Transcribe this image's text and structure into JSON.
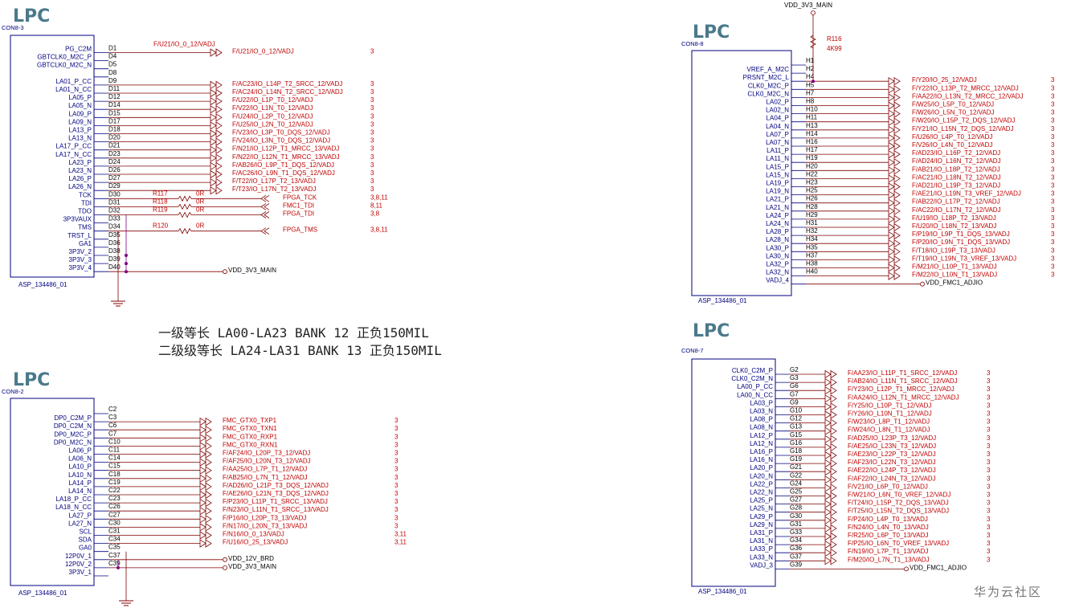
{
  "notes": {
    "line1": "一级等长 LA00-LA23   BANK 12   正负150MIL",
    "line2": "二级级等长 LA24-LA31   BANK 13  正负150MIL"
  },
  "watermark": "华为云社区",
  "colors": {
    "box": "#000080",
    "wire": "#800000",
    "net": "#c00000",
    "lpc": "#4a7a8a",
    "power": "#800080"
  },
  "blocks": [
    {
      "id": "A",
      "title": "LPC",
      "con": "CON8-3",
      "part": "ASP_134486_01",
      "pins": [
        {
          "n": "PG_C2M",
          "p": "D1",
          "top": "F/U21/IO_0_12/VADJ",
          "net": "F/U21/IO_0_12/VADJ",
          "ref": "3",
          "sig": "off"
        },
        {
          "n": "GBTCLK0_M2C_P",
          "p": "D4"
        },
        {
          "n": "GBTCLK0_M2C_N",
          "p": "D5"
        },
        {
          "n": "",
          "p": "D8"
        },
        {
          "n": "LA01_P_CC",
          "p": "D9",
          "net": "F/AC23/IO_L14P_T2_SRCC_12/VADJ",
          "ref": "3",
          "sig": "off"
        },
        {
          "n": "LA01_N_CC",
          "p": "D11",
          "net": "F/AC24/IO_L14N_T2_SRCC_12/VADJ",
          "ref": "3",
          "sig": "off"
        },
        {
          "n": "LA05_P",
          "p": "D12",
          "net": "F/U22/IO_L1P_T0_12/VADJ",
          "ref": "3",
          "sig": "off"
        },
        {
          "n": "LA05_N",
          "p": "D14",
          "net": "F/V22/IO_L1N_T0_12/VADJ",
          "ref": "3",
          "sig": "off"
        },
        {
          "n": "LA09_P",
          "p": "D15",
          "net": "F/U24/IO_L2P_T0_12/VADJ",
          "ref": "3",
          "sig": "off"
        },
        {
          "n": "LA09_N",
          "p": "D17",
          "net": "F/U25/IO_L2N_T0_12/VADJ",
          "ref": "3",
          "sig": "off"
        },
        {
          "n": "LA13_P",
          "p": "D18",
          "net": "F/V23/IO_L3P_T0_DQS_12/VADJ",
          "ref": "3",
          "sig": "off"
        },
        {
          "n": "LA13_N",
          "p": "D20",
          "net": "F/V24/IO_L3N_T0_DQS_12/VADJ",
          "ref": "3",
          "sig": "off"
        },
        {
          "n": "LA17_P_CC",
          "p": "D21",
          "net": "F/N21/IO_L12P_T1_MRCC_13/VADJ",
          "ref": "3",
          "sig": "off"
        },
        {
          "n": "LA17_N_CC",
          "p": "D23",
          "net": "F/N22/IO_L12N_T1_MRCC_13/VADJ",
          "ref": "3",
          "sig": "off"
        },
        {
          "n": "LA23_P",
          "p": "D24",
          "net": "F/AB26/IO_L9P_T1_DQS_12/VADJ",
          "ref": "3",
          "sig": "off"
        },
        {
          "n": "LA23_N",
          "p": "D26",
          "net": "F/AC26/IO_L9N_T1_DQS_12/VADJ",
          "ref": "3",
          "sig": "off"
        },
        {
          "n": "LA26_P",
          "p": "D27",
          "net": "F/T22/IO_L17P_T2_13/VADJ",
          "ref": "3",
          "sig": "off"
        },
        {
          "n": "LA26_N",
          "p": "D29",
          "net": "F/T23/IO_L17N_T2_13/VADJ",
          "ref": "3",
          "sig": "off"
        },
        {
          "n": "TCK",
          "p": "D30",
          "res": "R117",
          "rv": "0R",
          "net": "FPGA_TCK",
          "ref": "3,8,11",
          "sig": "in"
        },
        {
          "n": "TDI",
          "p": "D31",
          "res": "R118",
          "rv": "0R",
          "net": "FMC1_TDI",
          "ref": "8,11",
          "sig": "in"
        },
        {
          "n": "TDO",
          "p": "D32",
          "res": "R119",
          "rv": "0R",
          "net": "FPGA_TDI",
          "ref": "3,8",
          "sig": "in"
        },
        {
          "n": "3P3VAUX",
          "p": "D33"
        },
        {
          "n": "TMS",
          "p": "D34",
          "res": "R120",
          "rv": "0R",
          "net": "FPGA_TMS",
          "ref": "3,8,11",
          "sig": "in"
        },
        {
          "n": "TRST_L",
          "p": "D35"
        },
        {
          "n": "GA1",
          "p": "D36"
        },
        {
          "n": "3P3V_2",
          "p": "D38"
        },
        {
          "n": "3P3V_3",
          "p": "D39"
        },
        {
          "n": "3P3V_4",
          "p": "D40",
          "pwr": "VDD_3V3_MAIN"
        }
      ]
    },
    {
      "id": "B",
      "title": "LPC",
      "con": "CON8-2",
      "part": "ASP_134486_01",
      "pins": [
        {
          "n": "",
          "p": "C2"
        },
        {
          "n": "DP0_C2M_P",
          "p": "C3",
          "net": "FMC_GTX0_TXP1",
          "ref": "3",
          "sig": "off"
        },
        {
          "n": "DP0_C2M_N",
          "p": "C6",
          "net": "FMC_GTX0_TXN1",
          "ref": "3",
          "sig": "off"
        },
        {
          "n": "DP0_M2C_P",
          "p": "C7",
          "net": "FMC_GTX0_RXP1",
          "ref": "3",
          "sig": "off"
        },
        {
          "n": "DP0_M2C_N",
          "p": "C10",
          "net": "FMC_GTX0_RXN1",
          "ref": "3",
          "sig": "off"
        },
        {
          "n": "LA06_P",
          "p": "C11",
          "net": "F/AF24/IO_L20P_T3_12/VADJ",
          "ref": "3",
          "sig": "off"
        },
        {
          "n": "LA06_N",
          "p": "C14",
          "net": "F/AF25/IO_L20N_T3_12/VADJ",
          "ref": "3",
          "sig": "off"
        },
        {
          "n": "LA10_P",
          "p": "C15",
          "net": "F/AA25/IO_L7P_T1_12/VADJ",
          "ref": "3",
          "sig": "off"
        },
        {
          "n": "LA10_N",
          "p": "C18",
          "net": "F/AB25/IO_L7N_T1_12/VADJ",
          "ref": "3",
          "sig": "off"
        },
        {
          "n": "LA14_P",
          "p": "C19",
          "net": "F/AD26/IO_L21P_T3_DQS_12/VADJ",
          "ref": "3",
          "sig": "off"
        },
        {
          "n": "LA14_N",
          "p": "C22",
          "net": "F/AE26/IO_L21N_T3_DQS_12/VADJ",
          "ref": "3",
          "sig": "off"
        },
        {
          "n": "LA18_P_CC",
          "p": "C23",
          "net": "F/P23/IO_L11P_T1_SRCC_13/VADJ",
          "ref": "3",
          "sig": "off"
        },
        {
          "n": "LA18_N_CC",
          "p": "C26",
          "net": "F/N23/IO_L11N_T1_SRCC_13/VADJ",
          "ref": "3",
          "sig": "off"
        },
        {
          "n": "LA27_P",
          "p": "C27",
          "net": "F/P16/IO_L20P_T3_13/VADJ",
          "ref": "3",
          "sig": "off"
        },
        {
          "n": "LA27_N",
          "p": "C30",
          "net": "F/N17/IO_L20N_T3_13/VADJ",
          "ref": "3",
          "sig": "off"
        },
        {
          "n": "SCL",
          "p": "C31",
          "net": "F/N16/IO_0_13/VADJ",
          "ref": "3,11",
          "sig": "off"
        },
        {
          "n": "SDA",
          "p": "C34",
          "net": "F/U16/IO_25_13/VADJ",
          "ref": "3,11",
          "sig": "off"
        },
        {
          "n": "GA0",
          "p": "C35"
        },
        {
          "n": "12P0V_1",
          "p": "C37",
          "pwr": "VDD_12V_BRD"
        },
        {
          "n": "12P0V_2",
          "p": "C39",
          "pwr": "VDD_3V3_MAIN"
        },
        {
          "n": "3P3V_1",
          "p": ""
        }
      ]
    },
    {
      "id": "C",
      "title": "LPC",
      "con": "CON8-8",
      "part": "ASP_134486_01",
      "vtop": "VDD_3V3_MAIN",
      "r116": "R116",
      "r116v": "4K99",
      "pins": [
        {
          "n": "",
          "p": "H1"
        },
        {
          "n": "VREF_A_M2C",
          "p": "H2"
        },
        {
          "n": "PRSNT_M2C_L",
          "p": "H4",
          "net": "F/Y20/IO_25_12/VADJ",
          "ref": "3",
          "sig": "off"
        },
        {
          "n": "CLK0_M2C_P",
          "p": "H5",
          "net": "F/Y22/IO_L13P_T2_MRCC_12/VADJ",
          "ref": "3",
          "sig": "off"
        },
        {
          "n": "CLK0_M2C_N",
          "p": "H7",
          "net": "F/AA22/IO_L13N_T2_MRCC_12/VADJ",
          "ref": "3",
          "sig": "off"
        },
        {
          "n": "LA02_P",
          "p": "H8",
          "net": "F/W25/IO_L5P_T0_12/VADJ",
          "ref": "3",
          "sig": "off"
        },
        {
          "n": "LA02_N",
          "p": "H10",
          "net": "F/W26/IO_L5N_T0_12/VADJ",
          "ref": "3",
          "sig": "off"
        },
        {
          "n": "LA04_P",
          "p": "H11",
          "net": "F/W20/IO_L15P_T2_DQS_12/VADJ",
          "ref": "3",
          "sig": "off"
        },
        {
          "n": "LA04_N",
          "p": "H13",
          "net": "F/Y21/IO_L15N_T2_DQS_12/VADJ",
          "ref": "3",
          "sig": "off"
        },
        {
          "n": "LA07_P",
          "p": "H14",
          "net": "F/U26/IO_L4P_T0_12/VADJ",
          "ref": "3",
          "sig": "off"
        },
        {
          "n": "LA07_N",
          "p": "H16",
          "net": "F/V26/IO_L4N_T0_12/VADJ",
          "ref": "3",
          "sig": "off"
        },
        {
          "n": "LA11_P",
          "p": "H17",
          "net": "F/AD23/IO_L16P_T2_12/VADJ",
          "ref": "3",
          "sig": "off"
        },
        {
          "n": "LA11_N",
          "p": "H19",
          "net": "F/AD24/IO_L16N_T2_12/VADJ",
          "ref": "3",
          "sig": "off"
        },
        {
          "n": "LA15_P",
          "p": "H20",
          "net": "F/AB21/IO_L18P_T2_12/VADJ",
          "ref": "3",
          "sig": "off"
        },
        {
          "n": "LA15_N",
          "p": "H22",
          "net": "F/AC21/IO_L18N_T2_12/VADJ",
          "ref": "3",
          "sig": "off"
        },
        {
          "n": "LA19_P",
          "p": "H23",
          "net": "F/AD21/IO_L19P_T3_12/VADJ",
          "ref": "3",
          "sig": "off"
        },
        {
          "n": "LA19_N",
          "p": "H25",
          "net": "F/AE21/IO_L19N_T3_VREF_12/VADJ",
          "ref": "3",
          "sig": "off"
        },
        {
          "n": "LA21_P",
          "p": "H26",
          "net": "F/AB22/IO_L17P_T2_12/VADJ",
          "ref": "3",
          "sig": "off"
        },
        {
          "n": "LA21_N",
          "p": "H28",
          "net": "F/AC22/IO_L17N_T2_12/VADJ",
          "ref": "3",
          "sig": "off"
        },
        {
          "n": "LA24_P",
          "p": "H29",
          "net": "F/U19/IO_L18P_T2_13/VADJ",
          "ref": "3",
          "sig": "off"
        },
        {
          "n": "LA24_N",
          "p": "H31",
          "net": "F/U20/IO_L18N_T2_13/VADJ",
          "ref": "3",
          "sig": "off"
        },
        {
          "n": "LA28_P",
          "p": "H32",
          "net": "F/P19/IO_L9P_T1_DQS_13/VADJ",
          "ref": "3",
          "sig": "off"
        },
        {
          "n": "LA28_N",
          "p": "H34",
          "net": "F/P20/IO_L9N_T1_DQS_13/VADJ",
          "ref": "3",
          "sig": "off"
        },
        {
          "n": "LA30_P",
          "p": "H35",
          "net": "F/T18/IO_L19P_T3_13/VADJ",
          "ref": "3",
          "sig": "off"
        },
        {
          "n": "LA30_N",
          "p": "H37",
          "net": "F/T19/IO_L19N_T3_VREF_13/VADJ",
          "ref": "3",
          "sig": "off"
        },
        {
          "n": "LA32_P",
          "p": "H38",
          "net": "F/M21/IO_L10P_T1_13/VADJ",
          "ref": "3",
          "sig": "off"
        },
        {
          "n": "LA32_N",
          "p": "H40",
          "net": "F/M22/IO_L10N_T1_13/VADJ",
          "ref": "3",
          "sig": "off"
        },
        {
          "n": "VADJ_4",
          "p": "",
          "pwr": "VDD_FMC1_ADJIO"
        }
      ]
    },
    {
      "id": "D",
      "title": "LPC",
      "con": "CON8-7",
      "part": "ASP_134486_01",
      "pins": [
        {
          "n": "CLK0_C2M_P",
          "p": "G2",
          "net": "F/AA23/IO_L11P_T1_SRCC_12/VADJ",
          "ref": "3",
          "sig": "off"
        },
        {
          "n": "CLK0_C2M_N",
          "p": "G3",
          "net": "F/AB24/IO_L11N_T1_SRCC_12/VADJ",
          "ref": "3",
          "sig": "off"
        },
        {
          "n": "LA00_P_CC",
          "p": "G6",
          "net": "F/Y23/IO_L12P_T1_MRCC_12/VADJ",
          "ref": "3",
          "sig": "off"
        },
        {
          "n": "LA00_N_CC",
          "p": "G7",
          "net": "F/AA24/IO_L12N_T1_MRCC_12/VADJ",
          "ref": "3",
          "sig": "off"
        },
        {
          "n": "LA03_P",
          "p": "G9",
          "net": "F/Y25/IO_L10P_T1_12/VADJ",
          "ref": "3",
          "sig": "off"
        },
        {
          "n": "LA03_N",
          "p": "G10",
          "net": "F/Y26/IO_L10N_T1_12/VADJ",
          "ref": "3",
          "sig": "off"
        },
        {
          "n": "LA08_P",
          "p": "G12",
          "net": "F/W23/IO_L8P_T1_12/VADJ",
          "ref": "3",
          "sig": "off"
        },
        {
          "n": "LA08_N",
          "p": "G13",
          "net": "F/W24/IO_L8N_T1_12/VADJ",
          "ref": "3",
          "sig": "off"
        },
        {
          "n": "LA12_P",
          "p": "G15",
          "net": "F/AD25/IO_L23P_T3_12/VADJ",
          "ref": "3",
          "sig": "off"
        },
        {
          "n": "LA12_N",
          "p": "G16",
          "net": "F/AE25/IO_L23N_T3_12/VADJ",
          "ref": "3",
          "sig": "off"
        },
        {
          "n": "LA16_P",
          "p": "G18",
          "net": "F/AE23/IO_L22P_T3_12/VADJ",
          "ref": "3",
          "sig": "off"
        },
        {
          "n": "LA16_N",
          "p": "G19",
          "net": "F/AF23/IO_L22N_T3_12/VADJ",
          "ref": "3",
          "sig": "off"
        },
        {
          "n": "LA20_P",
          "p": "G21",
          "net": "F/AE22/IO_L24P_T3_12/VADJ",
          "ref": "3",
          "sig": "off"
        },
        {
          "n": "LA20_N",
          "p": "G22",
          "net": "F/AF22/IO_L24N_T3_12/VADJ",
          "ref": "3",
          "sig": "off"
        },
        {
          "n": "LA22_P",
          "p": "G24",
          "net": "F/V21/IO_L6P_T0_12/VADJ",
          "ref": "3",
          "sig": "off"
        },
        {
          "n": "LA22_N",
          "p": "G25",
          "net": "F/W21/IO_L6N_T0_VREF_12/VADJ",
          "ref": "3",
          "sig": "off"
        },
        {
          "n": "LA25_P",
          "p": "G27",
          "net": "F/T24/IO_L15P_T2_DQS_13/VADJ",
          "ref": "3",
          "sig": "off"
        },
        {
          "n": "LA25_N",
          "p": "G28",
          "net": "F/T25/IO_L15N_T2_DQS_13/VADJ",
          "ref": "3",
          "sig": "off"
        },
        {
          "n": "LA29_P",
          "p": "G30",
          "net": "F/P24/IO_L4P_T0_13/VADJ",
          "ref": "3",
          "sig": "off"
        },
        {
          "n": "LA29_N",
          "p": "G31",
          "net": "F/N24/IO_L4N_T0_13/VADJ",
          "ref": "3",
          "sig": "off"
        },
        {
          "n": "LA31_P",
          "p": "G33",
          "net": "F/R25/IO_L6P_T0_13/VADJ",
          "ref": "3",
          "sig": "off"
        },
        {
          "n": "LA31_N",
          "p": "G34",
          "net": "F/P25/IO_L6N_T0_VREF_13/VADJ",
          "ref": "3",
          "sig": "off"
        },
        {
          "n": "LA33_P",
          "p": "G36",
          "net": "F/N19/IO_L7P_T1_13/VADJ",
          "ref": "3",
          "sig": "off"
        },
        {
          "n": "LA33_N",
          "p": "G37",
          "net": "F/M20/IO_L7N_T1_13/VADJ",
          "ref": "3",
          "sig": "off"
        },
        {
          "n": "VADJ_3",
          "p": "G39",
          "pwr": "VDD_FMC1_ADJIO"
        }
      ]
    }
  ]
}
